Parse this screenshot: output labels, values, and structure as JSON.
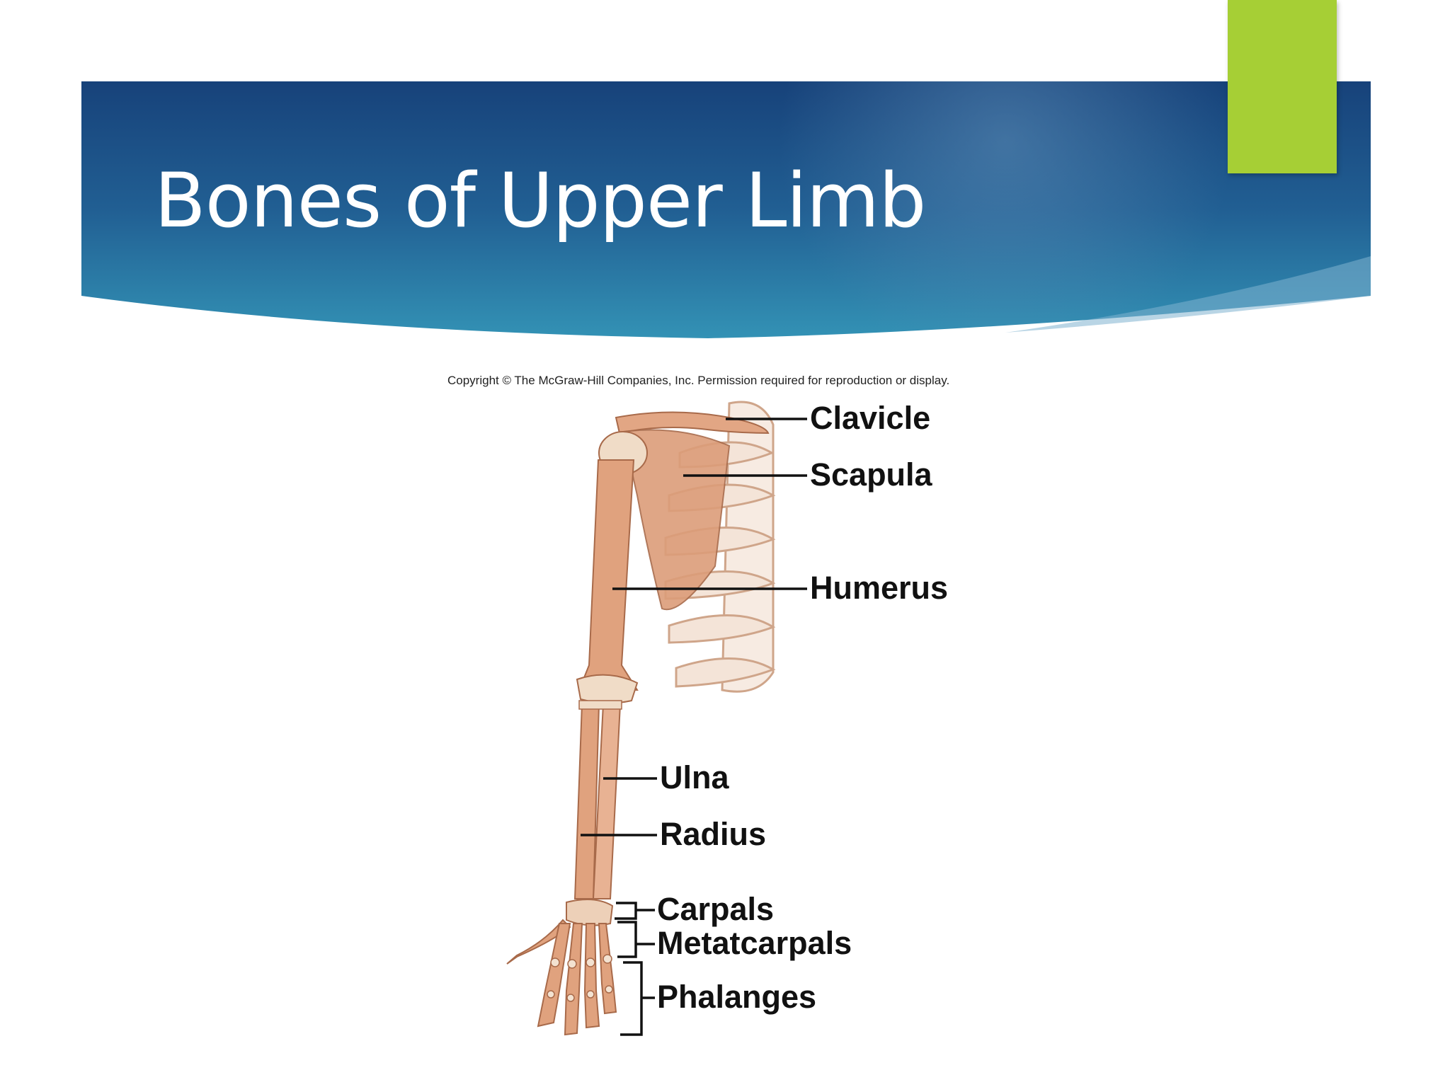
{
  "slide": {
    "title": "Bones of Upper Limb",
    "accent_color": "#a6cf35",
    "band_colors": [
      "#1b3f78",
      "#2f8ab0"
    ]
  },
  "figure": {
    "copyright": "Copyright © The McGraw-Hill Companies, Inc. Permission required for reproduction or display.",
    "labels": {
      "clavicle": "Clavicle",
      "scapula": "Scapula",
      "humerus": "Humerus",
      "ulna": "Ulna",
      "radius": "Radius",
      "carpals": "Carpals",
      "metacarpals": "Metatcarpals",
      "phalanges": "Phalanges"
    },
    "bone_color": "#e0a27e"
  }
}
